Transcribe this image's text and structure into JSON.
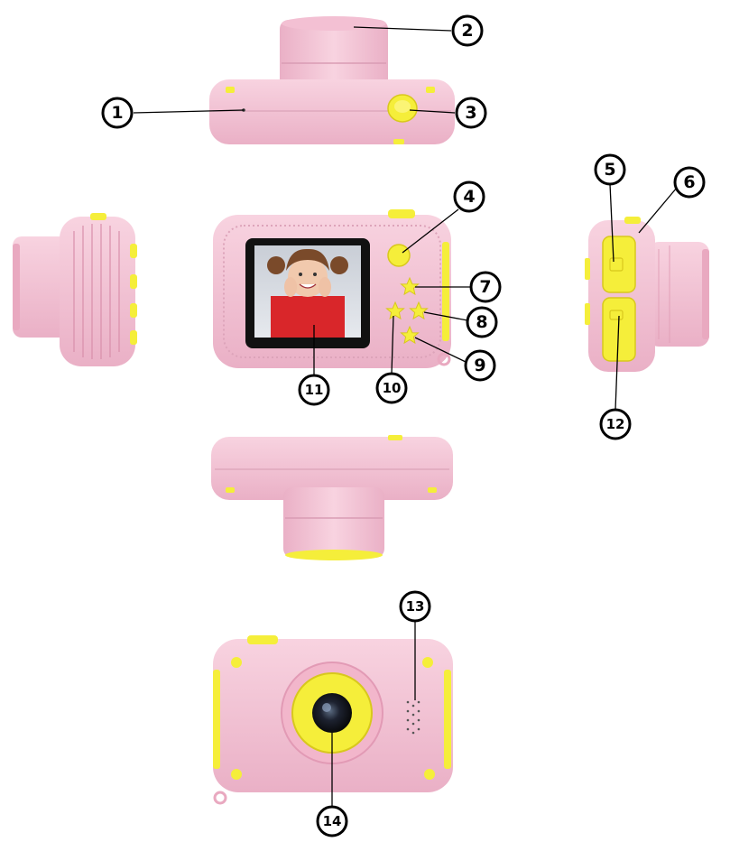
{
  "colors": {
    "body_pink": "#f4c6d6",
    "body_pink_shade": "#e9a9c0",
    "body_pink_dark": "#d98fab",
    "accent_yellow": "#f5ee3a",
    "accent_yellow_dark": "#d8c81c",
    "screen_black": "#111111",
    "lens_black": "#1a1a1a"
  },
  "views": [
    {
      "name": "top-view"
    },
    {
      "name": "left-side-view"
    },
    {
      "name": "back-view"
    },
    {
      "name": "right-side-view"
    },
    {
      "name": "bottom-view"
    },
    {
      "name": "front-view"
    }
  ],
  "callouts": [
    {
      "label": "1"
    },
    {
      "label": "2"
    },
    {
      "label": "3"
    },
    {
      "label": "4"
    },
    {
      "label": "5"
    },
    {
      "label": "6"
    },
    {
      "label": "7"
    },
    {
      "label": "8"
    },
    {
      "label": "9"
    },
    {
      "label": "10"
    },
    {
      "label": "11"
    },
    {
      "label": "12"
    },
    {
      "label": "13"
    },
    {
      "label": "14"
    }
  ],
  "icons": {
    "star_buttons": "star-icon",
    "screen_photo": "child-photo-icon",
    "speaker": "speaker-holes-icon",
    "lens": "lens-icon"
  }
}
